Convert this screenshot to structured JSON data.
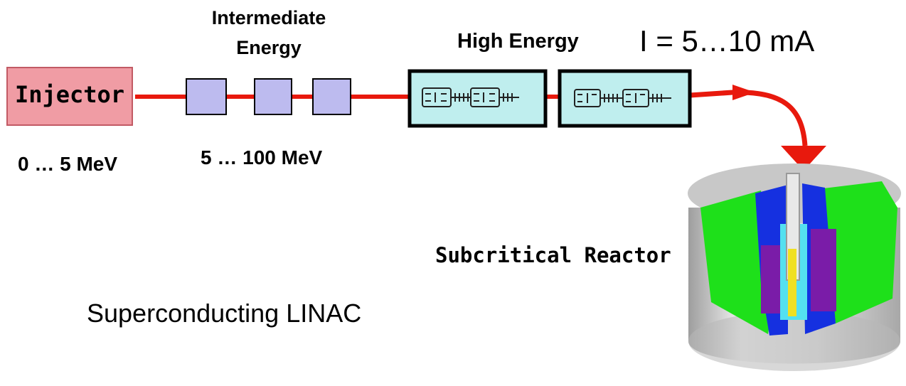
{
  "labels": {
    "stage2_line1": "Intermediate",
    "stage2_line2": "Energy",
    "stage3": "High Energy",
    "current": "I = 5…10 mA",
    "injector": "Injector",
    "energy_injector": "0 … 5 MeV",
    "energy_intermediate": "5 … 100 MeV",
    "reactor": "Subcritical Reactor",
    "title": "Superconducting LINAC"
  },
  "colors": {
    "beam": "#e8190d",
    "injector_fill": "#f09ca4",
    "intermediate_fill": "#bdbbef",
    "high_energy_fill": "#bfeeee",
    "reactor_green": "#1ee01a",
    "reactor_blue": "#1530e0",
    "reactor_purple": "#7a1ca8",
    "reactor_cyan": "#54e0f0",
    "reactor_yellow": "#f0e022",
    "reactor_shell": "#d2d2d2"
  },
  "icons": {
    "cavity": "superconducting-cavity-icon",
    "reactor": "reactor-cutaway-icon"
  }
}
